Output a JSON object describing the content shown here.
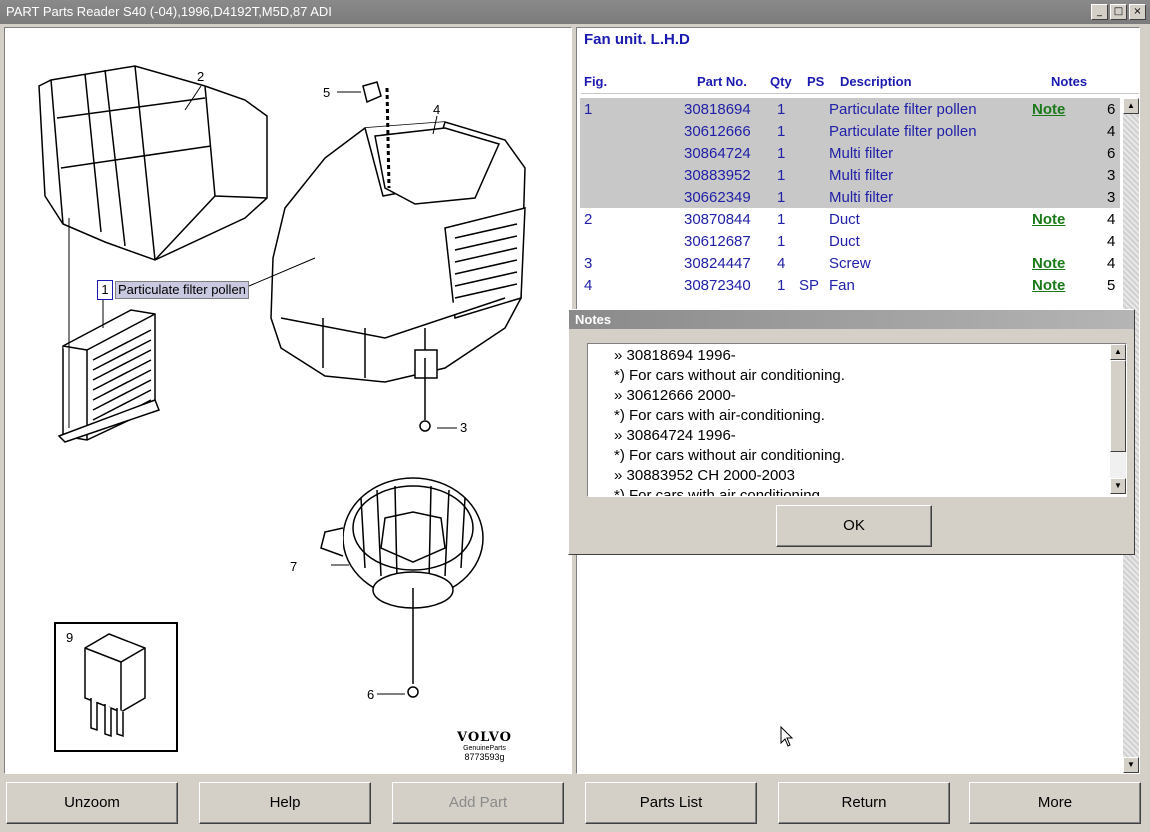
{
  "window": {
    "title": "PART Parts Reader S40 (-04),1996,D4192T,M5D,87 ADI",
    "min": "_",
    "max": "□",
    "close": "×"
  },
  "drawing": {
    "labels": {
      "l1": "1",
      "l2": "2",
      "l3": "3",
      "l4": "4",
      "l5": "5",
      "l6": "6",
      "l7": "7",
      "l9": "9"
    },
    "callout_label": "Particulate filter pollen",
    "logo": {
      "brand": "VOLVO",
      "sub": "GenuineParts",
      "code": "8773593g"
    }
  },
  "parts": {
    "group_title": "Fan unit. L.H.D",
    "headers": {
      "fig": "Fig.",
      "part": "Part No.",
      "qty": "Qty",
      "ps": "PS",
      "desc": "Description",
      "notes": "Notes"
    },
    "rows": [
      {
        "fig": "1",
        "part": "30818694",
        "qty": "1",
        "ps": "",
        "desc": "Particulate filter pollen",
        "note": "Note",
        "count": "6",
        "selected": true
      },
      {
        "fig": "",
        "part": "30612666",
        "qty": "1",
        "ps": "",
        "desc": "Particulate filter pollen",
        "note": "",
        "count": "4",
        "selected": true
      },
      {
        "fig": "",
        "part": "30864724",
        "qty": "1",
        "ps": "",
        "desc": "Multi filter",
        "note": "",
        "count": "6",
        "selected": true
      },
      {
        "fig": "",
        "part": "30883952",
        "qty": "1",
        "ps": "",
        "desc": "Multi filter",
        "note": "",
        "count": "3",
        "selected": true
      },
      {
        "fig": "",
        "part": "30662349",
        "qty": "1",
        "ps": "",
        "desc": "Multi filter",
        "note": "",
        "count": "3",
        "selected": true
      },
      {
        "fig": "2",
        "part": "30870844",
        "qty": "1",
        "ps": "",
        "desc": "Duct",
        "note": "Note",
        "count": "4",
        "selected": false
      },
      {
        "fig": "",
        "part": "30612687",
        "qty": "1",
        "ps": "",
        "desc": "Duct",
        "note": "",
        "count": "4",
        "selected": false
      },
      {
        "fig": "3",
        "part": "30824447",
        "qty": "4",
        "ps": "",
        "desc": "Screw",
        "note": "Note",
        "count": "4",
        "selected": false
      },
      {
        "fig": "4",
        "part": "30872340",
        "qty": "1",
        "ps": "SP",
        "desc": "Fan",
        "note": "Note",
        "count": "5",
        "selected": false
      }
    ],
    "scroll_up": "▲",
    "scroll_down": "▼"
  },
  "notes_dialog": {
    "title": "Notes",
    "lines": [
      "» 30818694 1996-",
      "*) For cars without air conditioning.",
      "» 30612666 2000-",
      "*) For cars with air-conditioning.",
      "» 30864724 1996-",
      "*) For cars without air conditioning.",
      "» 30883952 CH 2000-2003",
      "*) For cars with air conditioning."
    ],
    "ok": "OK",
    "scroll_up": "▲",
    "scroll_down": "▼"
  },
  "buttons": {
    "unzoom": "Unzoom",
    "help": "Help",
    "add_part": "Add Part",
    "parts_list": "Parts List",
    "return": "Return",
    "more": "More"
  }
}
